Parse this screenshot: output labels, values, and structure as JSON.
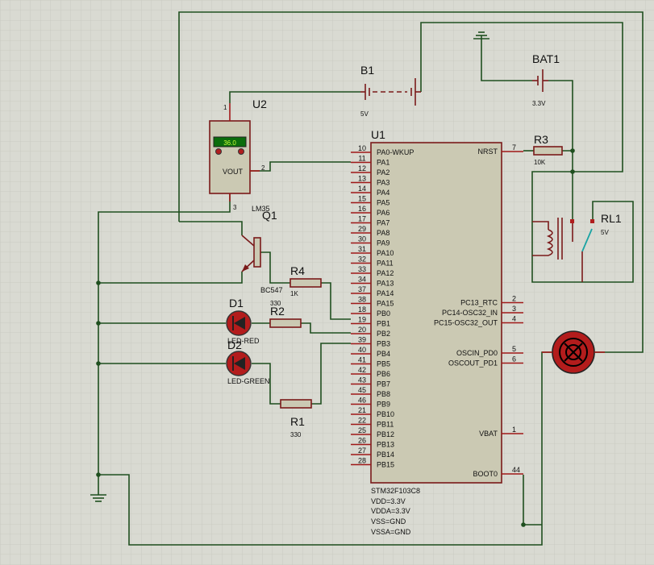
{
  "mcu": {
    "ref": "U1",
    "part": "STM32F103C8",
    "power_lines": [
      "VDD=3.3V",
      "VDDA=3.3V",
      "VSS=GND",
      "VSSA=GND"
    ],
    "left_pins": [
      {
        "num": "10",
        "name": "PA0-WKUP"
      },
      {
        "num": "11",
        "name": "PA1"
      },
      {
        "num": "12",
        "name": "PA2"
      },
      {
        "num": "13",
        "name": "PA3"
      },
      {
        "num": "14",
        "name": "PA4"
      },
      {
        "num": "15",
        "name": "PA5"
      },
      {
        "num": "16",
        "name": "PA6"
      },
      {
        "num": "17",
        "name": "PA7"
      },
      {
        "num": "29",
        "name": "PA8"
      },
      {
        "num": "30",
        "name": "PA9"
      },
      {
        "num": "31",
        "name": "PA10"
      },
      {
        "num": "32",
        "name": "PA11"
      },
      {
        "num": "33",
        "name": "PA12"
      },
      {
        "num": "34",
        "name": "PA13"
      },
      {
        "num": "37",
        "name": "PA14"
      },
      {
        "num": "38",
        "name": "PA15"
      },
      {
        "num": "18",
        "name": "PB0"
      },
      {
        "num": "19",
        "name": "PB1"
      },
      {
        "num": "20",
        "name": "PB2"
      },
      {
        "num": "39",
        "name": "PB3"
      },
      {
        "num": "40",
        "name": "PB4"
      },
      {
        "num": "41",
        "name": "PB5"
      },
      {
        "num": "42",
        "name": "PB6"
      },
      {
        "num": "43",
        "name": "PB7"
      },
      {
        "num": "45",
        "name": "PB8"
      },
      {
        "num": "46",
        "name": "PB9"
      },
      {
        "num": "21",
        "name": "PB10"
      },
      {
        "num": "22",
        "name": "PB11"
      },
      {
        "num": "25",
        "name": "PB12"
      },
      {
        "num": "26",
        "name": "PB13"
      },
      {
        "num": "27",
        "name": "PB14"
      },
      {
        "num": "28",
        "name": "PB15"
      }
    ],
    "right_pins": [
      {
        "num": "7",
        "name": "NRST",
        "row": 0
      },
      {
        "num": "2",
        "name": "PC13_RTC",
        "row": 15
      },
      {
        "num": "3",
        "name": "PC14-OSC32_IN",
        "row": 16
      },
      {
        "num": "4",
        "name": "PC15-OSC32_OUT",
        "row": 17
      },
      {
        "num": "5",
        "name": "OSCIN_PD0",
        "row": 20
      },
      {
        "num": "6",
        "name": "OSCOUT_PD1",
        "row": 21
      },
      {
        "num": "1",
        "name": "VBAT",
        "row": 28
      },
      {
        "num": "44",
        "name": "BOOT0",
        "row": 32
      }
    ]
  },
  "u2": {
    "ref": "U2",
    "part": "LM35",
    "display": "36.0",
    "pin_vout": "VOUT",
    "pin1": "1",
    "pin2": "2",
    "pin3": "3"
  },
  "b1": {
    "ref": "B1",
    "value": "5V"
  },
  "bat1": {
    "ref": "BAT1",
    "value": "3.3V"
  },
  "r3": {
    "ref": "R3",
    "value": "10K"
  },
  "rl1": {
    "ref": "RL1",
    "value": "5V"
  },
  "q1": {
    "ref": "Q1",
    "part": "BC547"
  },
  "r4": {
    "ref": "R4",
    "value": "1K"
  },
  "r2": {
    "ref": "R2",
    "value": "330"
  },
  "r1": {
    "ref": "R1",
    "value": "330"
  },
  "d1": {
    "ref": "D1",
    "part": "LED-RED"
  },
  "d2": {
    "ref": "D2",
    "part": "LED-GREEN"
  }
}
